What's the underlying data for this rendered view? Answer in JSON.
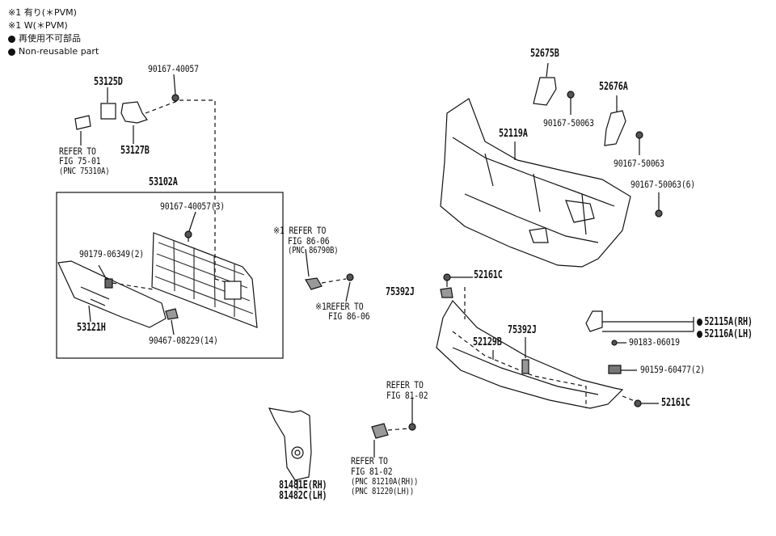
{
  "legend": {
    "note_with": "※1 有り(＊PVM)",
    "note_without": "※1 W(＊PVM)",
    "non_reusable_ja": "再使用不可部品",
    "non_reusable_en": "Non-reusable part"
  },
  "labels": {
    "p90167_40057": "90167-40057",
    "p53125d": "53125D",
    "p53127b": "53127B",
    "refer75_a": "REFER TO",
    "refer75_b": "FIG 75-01",
    "refer75_c": "(PNC 75310A)",
    "p53102a": "53102A",
    "p90167_40057_3": "90167-40057(3)",
    "p90179_06349_2": "90179-06349(2)",
    "p53121h": "53121H",
    "p90467_08229_14": "90467-08229(14)",
    "refer86a_a": "※1 REFER TO",
    "refer86a_b": "FIG 86-06",
    "refer86a_c": "(PNC 86790B)",
    "refer86b_a": "※1REFER TO",
    "refer86b_b": "FIG 86-06",
    "p52675b": "52675B",
    "p90167_50063_a": "90167-50063",
    "p52676a": "52676A",
    "p52119a": "52119A",
    "p90167_50063_b": "90167-50063",
    "p90167_50063_6": "90167-50063(6)",
    "p52161c_a": "52161C",
    "p75392j_a": "75392J",
    "p75392j_b": "75392J",
    "p52129b": "52129B",
    "p52115a": "52115A(RH)",
    "p52116a": "52116A(LH)",
    "p90183_06019": "90183-06019",
    "p90159_60477_2": "90159-60477(2)",
    "p52161c_b": "52161C",
    "refer81a_a": "REFER TO",
    "refer81a_b": "FIG 81-02",
    "refer81b_a": "REFER TO",
    "refer81b_b": "FIG 81-02",
    "refer81b_c": "(PNC 81210A(RH))",
    "refer81b_d": "(PNC 81220(LH))",
    "p81481e": "81481E(RH)",
    "p81482c": "81482C(LH)"
  }
}
